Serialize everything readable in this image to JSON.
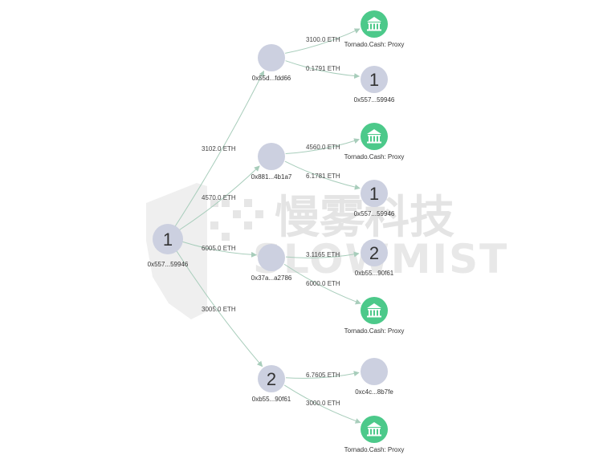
{
  "watermark": {
    "cn": "慢雾科技",
    "en": "SLOWMIST"
  },
  "colors": {
    "node": "#ccd0e0",
    "tornado": "#4cc98a",
    "edge": "#a8cdbb",
    "text": "#333333"
  },
  "nodes": [
    {
      "id": "root",
      "label": "0x557...59946",
      "num": "1",
      "kind": "address"
    },
    {
      "id": "a1",
      "label": "0x55d...fdd66",
      "num": "",
      "kind": "address"
    },
    {
      "id": "a2",
      "label": "0x881...4b1a7",
      "num": "",
      "kind": "address"
    },
    {
      "id": "a3",
      "label": "0x37a...a2786",
      "num": "",
      "kind": "address"
    },
    {
      "id": "a4",
      "label": "0xb55...90f61",
      "num": "2",
      "kind": "address"
    },
    {
      "id": "t1",
      "label": "Tornado.Cash: Proxy",
      "num": "",
      "kind": "tornado"
    },
    {
      "id": "l1",
      "label": "0x557...59946",
      "num": "1",
      "kind": "address"
    },
    {
      "id": "t2",
      "label": "Tornado.Cash: Proxy",
      "num": "",
      "kind": "tornado"
    },
    {
      "id": "l2",
      "label": "0x557...59946",
      "num": "1",
      "kind": "address"
    },
    {
      "id": "l3",
      "label": "0xb55...90f61",
      "num": "2",
      "kind": "address"
    },
    {
      "id": "t3",
      "label": "Tornado.Cash: Proxy",
      "num": "",
      "kind": "tornado"
    },
    {
      "id": "l4",
      "label": "0xc4c...8b7fe",
      "num": "",
      "kind": "address"
    },
    {
      "id": "t4",
      "label": "Tornado.Cash: Proxy",
      "num": "",
      "kind": "tornado"
    }
  ],
  "edges": [
    {
      "from": "root",
      "to": "a1",
      "label": "3102.0 ETH"
    },
    {
      "from": "root",
      "to": "a2",
      "label": "4570.0 ETH"
    },
    {
      "from": "root",
      "to": "a3",
      "label": "6005.0 ETH"
    },
    {
      "from": "root",
      "to": "a4",
      "label": "3005.0 ETH"
    },
    {
      "from": "a1",
      "to": "t1",
      "label": "3100.0 ETH"
    },
    {
      "from": "a1",
      "to": "l1",
      "label": "0.1791 ETH"
    },
    {
      "from": "a2",
      "to": "t2",
      "label": "4560.0 ETH"
    },
    {
      "from": "a2",
      "to": "l2",
      "label": "6.1781 ETH"
    },
    {
      "from": "a3",
      "to": "l3",
      "label": "3.1165 ETH"
    },
    {
      "from": "a3",
      "to": "t3",
      "label": "6000.0 ETH"
    },
    {
      "from": "a4",
      "to": "l4",
      "label": "6.7605 ETH"
    },
    {
      "from": "a4",
      "to": "t4",
      "label": "3000.0 ETH"
    }
  ]
}
